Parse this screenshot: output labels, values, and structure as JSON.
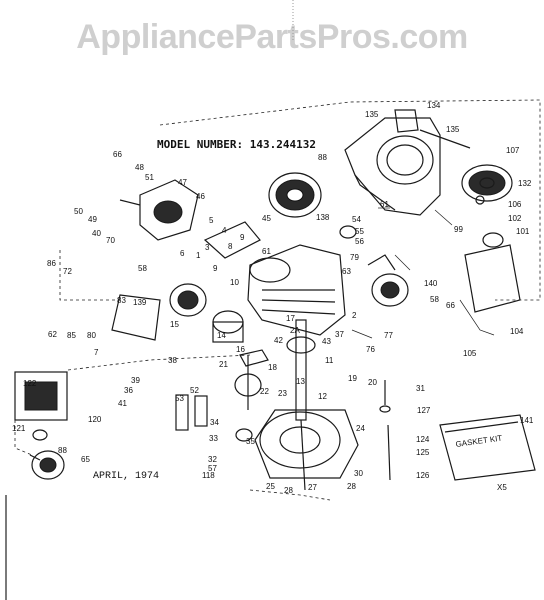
{
  "watermark": "AppliancePartsPros.com",
  "model_number": "MODEL NUMBER: 143.244132",
  "date": "APRIL, 1974",
  "gasket_kit_label": "GASKET KIT",
  "callouts": [
    {
      "id": "c134",
      "text": "134"
    },
    {
      "id": "c135a",
      "text": "135"
    },
    {
      "id": "c135b",
      "text": "135"
    },
    {
      "id": "c88",
      "text": "88"
    },
    {
      "id": "c107",
      "text": "107"
    },
    {
      "id": "c132",
      "text": "132"
    },
    {
      "id": "c106",
      "text": "106"
    },
    {
      "id": "c66",
      "text": "66"
    },
    {
      "id": "c48",
      "text": "48"
    },
    {
      "id": "c51",
      "text": "51"
    },
    {
      "id": "c47",
      "text": "47"
    },
    {
      "id": "c46",
      "text": "46"
    },
    {
      "id": "c50",
      "text": "50"
    },
    {
      "id": "c49",
      "text": "49"
    },
    {
      "id": "c45",
      "text": "45"
    },
    {
      "id": "c138",
      "text": "138"
    },
    {
      "id": "c54",
      "text": "54"
    },
    {
      "id": "c55",
      "text": "55"
    },
    {
      "id": "c56",
      "text": "56"
    },
    {
      "id": "c61a",
      "text": "61"
    },
    {
      "id": "c61b",
      "text": "61"
    },
    {
      "id": "c99",
      "text": "99"
    },
    {
      "id": "c102",
      "text": "102"
    },
    {
      "id": "c101",
      "text": "101"
    },
    {
      "id": "c5",
      "text": "5"
    },
    {
      "id": "c4",
      "text": "4"
    },
    {
      "id": "c9a",
      "text": "9"
    },
    {
      "id": "c9b",
      "text": "9"
    },
    {
      "id": "c8",
      "text": "8"
    },
    {
      "id": "c10",
      "text": "10"
    },
    {
      "id": "c3",
      "text": "3"
    },
    {
      "id": "c1",
      "text": "1"
    },
    {
      "id": "c6",
      "text": "6"
    },
    {
      "id": "c40",
      "text": "40"
    },
    {
      "id": "c70",
      "text": "70"
    },
    {
      "id": "c86",
      "text": "86"
    },
    {
      "id": "c72",
      "text": "72"
    },
    {
      "id": "c63",
      "text": "63"
    },
    {
      "id": "c79",
      "text": "79"
    },
    {
      "id": "c140",
      "text": "140"
    },
    {
      "id": "c58a",
      "text": "58"
    },
    {
      "id": "c58b",
      "text": "58"
    },
    {
      "id": "c83",
      "text": "83"
    },
    {
      "id": "c139",
      "text": "139"
    },
    {
      "id": "c62",
      "text": "62"
    },
    {
      "id": "c85",
      "text": "85"
    },
    {
      "id": "c80",
      "text": "80"
    },
    {
      "id": "c7",
      "text": "7"
    },
    {
      "id": "c15",
      "text": "15"
    },
    {
      "id": "c14",
      "text": "14"
    },
    {
      "id": "c17",
      "text": "17"
    },
    {
      "id": "c2A",
      "text": "2A"
    },
    {
      "id": "c2",
      "text": "2"
    },
    {
      "id": "c77",
      "text": "77"
    },
    {
      "id": "c66b",
      "text": "66"
    },
    {
      "id": "c104",
      "text": "104"
    },
    {
      "id": "c105",
      "text": "105"
    },
    {
      "id": "c16",
      "text": "16"
    },
    {
      "id": "c42",
      "text": "42"
    },
    {
      "id": "c43",
      "text": "43"
    },
    {
      "id": "c37",
      "text": "37"
    },
    {
      "id": "c76",
      "text": "76"
    },
    {
      "id": "c21",
      "text": "21"
    },
    {
      "id": "c18",
      "text": "18"
    },
    {
      "id": "c11",
      "text": "11"
    },
    {
      "id": "c13",
      "text": "13"
    },
    {
      "id": "c19",
      "text": "19"
    },
    {
      "id": "c20",
      "text": "20"
    },
    {
      "id": "c31",
      "text": "31"
    },
    {
      "id": "c38",
      "text": "38"
    },
    {
      "id": "c39",
      "text": "39"
    },
    {
      "id": "c36",
      "text": "36"
    },
    {
      "id": "c41",
      "text": "41"
    },
    {
      "id": "c22",
      "text": "22"
    },
    {
      "id": "c23",
      "text": "23"
    },
    {
      "id": "c12",
      "text": "12"
    },
    {
      "id": "c127",
      "text": "127"
    },
    {
      "id": "c122",
      "text": "122"
    },
    {
      "id": "c121",
      "text": "121"
    },
    {
      "id": "c120",
      "text": "120"
    },
    {
      "id": "c53",
      "text": "53"
    },
    {
      "id": "c52",
      "text": "52"
    },
    {
      "id": "c34",
      "text": "34"
    },
    {
      "id": "c33",
      "text": "33"
    },
    {
      "id": "c35",
      "text": "35"
    },
    {
      "id": "c24",
      "text": "24"
    },
    {
      "id": "c124",
      "text": "124"
    },
    {
      "id": "c125",
      "text": "125"
    },
    {
      "id": "c141",
      "text": "141"
    },
    {
      "id": "c88b",
      "text": "88"
    },
    {
      "id": "c65",
      "text": "65"
    },
    {
      "id": "c32",
      "text": "32"
    },
    {
      "id": "c118",
      "text": "118"
    },
    {
      "id": "c57",
      "text": "57"
    },
    {
      "id": "c25",
      "text": "25"
    },
    {
      "id": "c28a",
      "text": "28"
    },
    {
      "id": "c27",
      "text": "27"
    },
    {
      "id": "c28b",
      "text": "28"
    },
    {
      "id": "c30",
      "text": "30"
    },
    {
      "id": "c126",
      "text": "126"
    },
    {
      "id": "cX5",
      "text": "X5"
    }
  ]
}
